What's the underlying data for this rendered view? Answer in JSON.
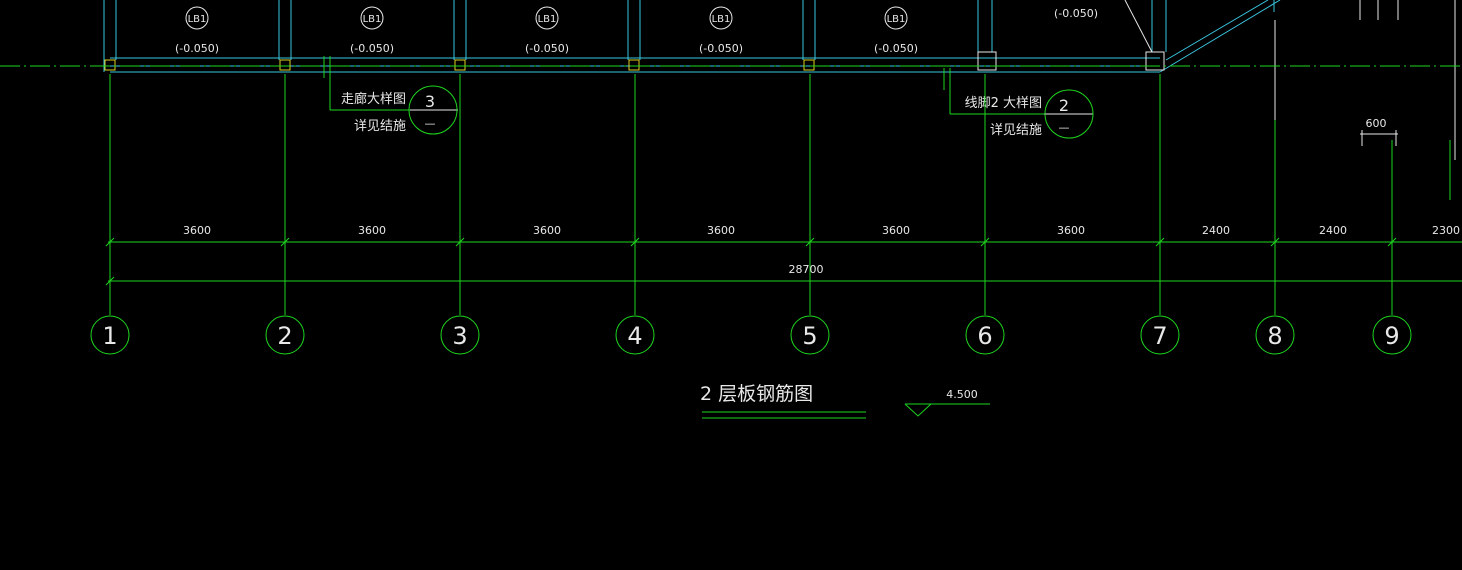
{
  "drawing": {
    "title": "2 层板钢筋图",
    "elevation": "4.500",
    "slabs": [
      {
        "tag": "LB1",
        "level": "(-0.050)"
      },
      {
        "tag": "LB1",
        "level": "(-0.050)"
      },
      {
        "tag": "LB1",
        "level": "(-0.050)"
      },
      {
        "tag": "LB1",
        "level": "(-0.050)"
      },
      {
        "tag": "LB1",
        "level": "(-0.050)"
      }
    ],
    "extra_level": "(-0.050)",
    "callouts": [
      {
        "line1": "走廊大样图",
        "line2": "详见结施",
        "num": "3",
        "sheet": "—"
      },
      {
        "line1": "线脚2 大样图",
        "line2": "详见结施",
        "num": "2",
        "sheet": "—"
      }
    ],
    "dim_600": "600",
    "dims": [
      "3600",
      "3600",
      "3600",
      "3600",
      "3600",
      "3600",
      "2400",
      "2400",
      "2300"
    ],
    "total_dim": "28700",
    "axes": [
      "1",
      "2",
      "3",
      "4",
      "5",
      "6",
      "7",
      "8",
      "9"
    ]
  }
}
